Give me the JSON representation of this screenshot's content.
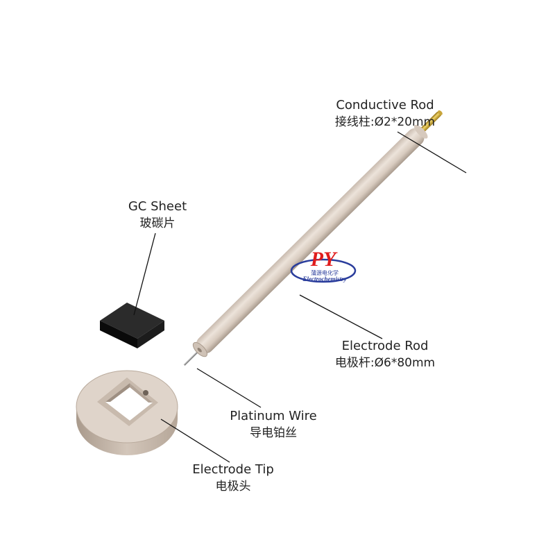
{
  "logo": {
    "letters": "PY",
    "chinese": "蒲源电化学",
    "english": "Electrochemistry"
  },
  "labels": {
    "conductive_rod": {
      "en": "Conductive Rod",
      "zh": "接线柱:Ø2*20mm"
    },
    "gc_sheet": {
      "en": "GC Sheet",
      "zh": "玻碳片"
    },
    "electrode_rod": {
      "en": "Electrode Rod",
      "zh": "电极杆:Ø6*80mm"
    },
    "platinum_wire": {
      "en": "Platinum Wire",
      "zh": "导电铂丝"
    },
    "electrode_tip": {
      "en": "Electrode Tip",
      "zh": "电极头"
    }
  },
  "colors": {
    "peek": "#d9cdc3",
    "peek_shadow": "#b7a89b",
    "gold": "#d9b43a",
    "gc": "#141414",
    "leader": "#111111",
    "logo_red": "#e01c1c",
    "logo_blue": "#2a3d9c"
  }
}
